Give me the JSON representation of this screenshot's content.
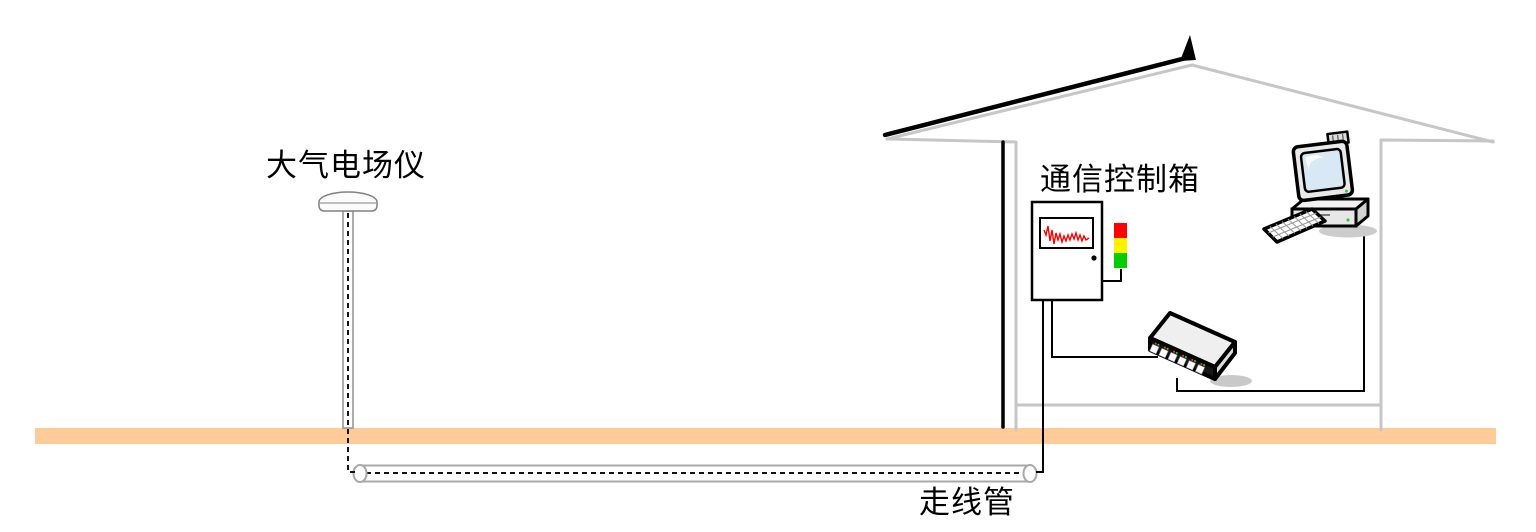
{
  "diagram": {
    "labels": {
      "field_meter": "大气电场仪",
      "control_box": "通信控制箱",
      "conduit": "走线管"
    },
    "colors": {
      "ground": "#FFCC99",
      "structure_gray": "#C6C6C6",
      "outline_black": "#000000",
      "light_red": "#FF0000",
      "light_yellow": "#FFF200",
      "light_green": "#00CC00",
      "waveform_red": "#FF0000",
      "screen_blue": "#D8E8F4"
    },
    "icons": {
      "sensor": "field-mill-sensor-icon",
      "signal_lights": "stack-light-icon",
      "hub": "network-hub-icon",
      "computer": "desktop-computer-icon",
      "conduit_pipe": "conduit-pipe-icon",
      "lightning_rod": "lightning-rod-icon"
    }
  }
}
